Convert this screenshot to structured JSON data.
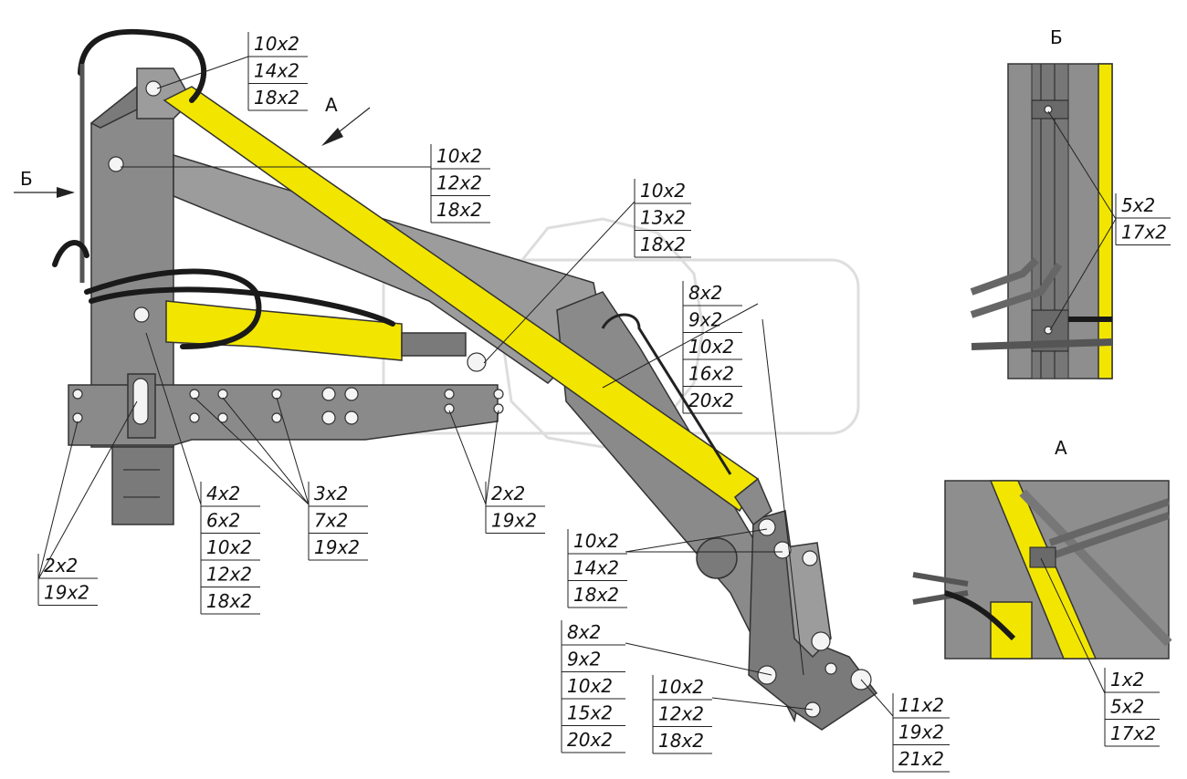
{
  "views": {
    "main_label_a": "А",
    "main_label_b": "Б",
    "detail_b_title": "Б",
    "detail_a_title": "А"
  },
  "callouts": [
    {
      "id": "c1",
      "lines": [
        "10x2",
        "14x2",
        "18x2"
      ]
    },
    {
      "id": "c2",
      "lines": [
        "10x2",
        "12x2",
        "18x2"
      ]
    },
    {
      "id": "c3",
      "lines": [
        "10x2",
        "13x2",
        "18x2"
      ]
    },
    {
      "id": "c4",
      "lines": [
        "8x2",
        "9x2",
        "10x2",
        "16x2",
        "20x2"
      ]
    },
    {
      "id": "c5",
      "lines": [
        "4x2",
        "6x2",
        "10x2",
        "12x2",
        "18x2"
      ]
    },
    {
      "id": "c6",
      "lines": [
        "3x2",
        "7x2",
        "19x2"
      ]
    },
    {
      "id": "c7",
      "lines": [
        "2x2",
        "19x2"
      ]
    },
    {
      "id": "c8",
      "lines": [
        "2x2",
        "19x2"
      ]
    },
    {
      "id": "c9",
      "lines": [
        "10x2",
        "14x2",
        "18x2"
      ]
    },
    {
      "id": "c10",
      "lines": [
        "8x2",
        "9x2",
        "10x2",
        "15x2",
        "20x2"
      ]
    },
    {
      "id": "c11",
      "lines": [
        "10x2",
        "12x2",
        "18x2"
      ]
    },
    {
      "id": "c12",
      "lines": [
        "11x2",
        "19x2",
        "21x2"
      ]
    },
    {
      "id": "c13",
      "lines": [
        "5x2",
        "17x2"
      ]
    },
    {
      "id": "c14",
      "lines": [
        "1x2",
        "5x2",
        "17x2"
      ]
    }
  ],
  "watermark": "",
  "colors": {
    "boom": "#8a8a8a",
    "cylinder": "#f2e600",
    "hose": "#1a1a1a",
    "leader": "#222222"
  }
}
